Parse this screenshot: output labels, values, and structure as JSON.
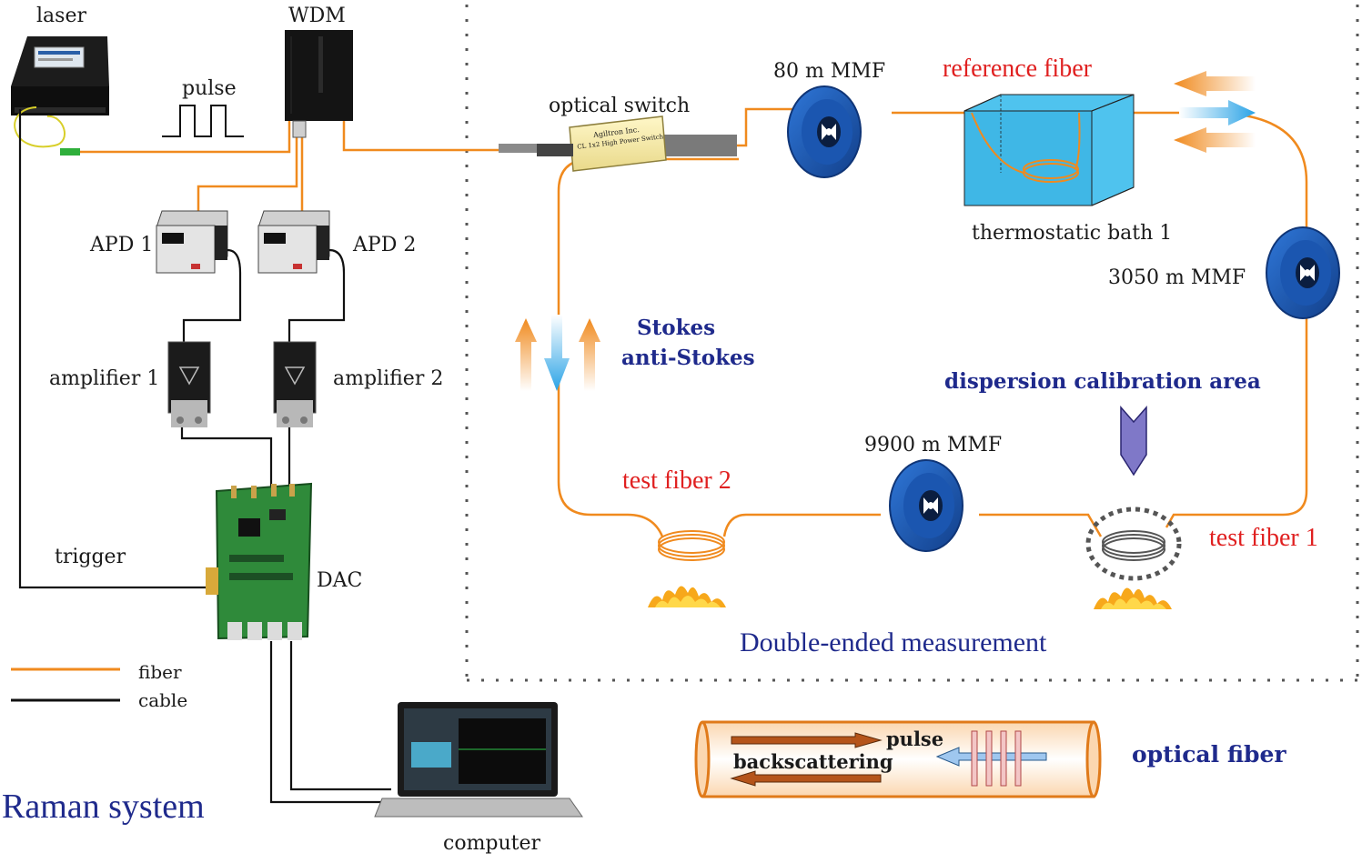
{
  "labels": {
    "laser": "laser",
    "wdm": "WDM",
    "pulse": "pulse",
    "optical_switch": "optical switch",
    "switch_text_1": "Agiltron Inc.",
    "switch_text_2": "CL 1x2 High Power Switch",
    "apd1": "APD 1",
    "apd2": "APD 2",
    "amplifier1": "amplifier 1",
    "amplifier2": "amplifier 2",
    "trigger": "trigger",
    "dac": "DAC",
    "legend_fiber": "fiber",
    "legend_cable": "cable",
    "raman_system": "Raman system",
    "computer": "computer",
    "mmf_80": "80 m MMF",
    "reference_fiber": "reference fiber",
    "thermostatic_bath": "thermostatic bath  1",
    "mmf_3050": "3050 m MMF",
    "stokes": "Stokes",
    "anti_stokes": "anti-Stokes",
    "dispersion_area": "dispersion calibration area",
    "mmf_9900": "9900 m MMF",
    "test_fiber_2": "test fiber 2",
    "test_fiber_1": "test fiber 1",
    "double_ended": "Double-ended measurement",
    "pulse_inset": "pulse",
    "backscattering": "backscattering",
    "optical_fiber": "optical fiber"
  },
  "colors": {
    "fiber": "#f08a1e",
    "cable": "#1a1a1a",
    "red_label": "#e02020",
    "navy_label": "#1f2a8c",
    "spool_blue": "#1e5bb8",
    "bath_water": "#3fb7e6",
    "board_green": "#2f8a3a",
    "dotted_border": "#555555"
  },
  "icons": [
    "laser-icon",
    "wdm-icon",
    "pulse-waveform-icon",
    "optical-switch-icon",
    "apd-icon",
    "amplifier-icon",
    "dac-board-icon",
    "computer-icon",
    "fiber-spool-icon",
    "thermostatic-bath-icon",
    "flame-icon",
    "fiber-coil-icon",
    "arrow-icon"
  ]
}
